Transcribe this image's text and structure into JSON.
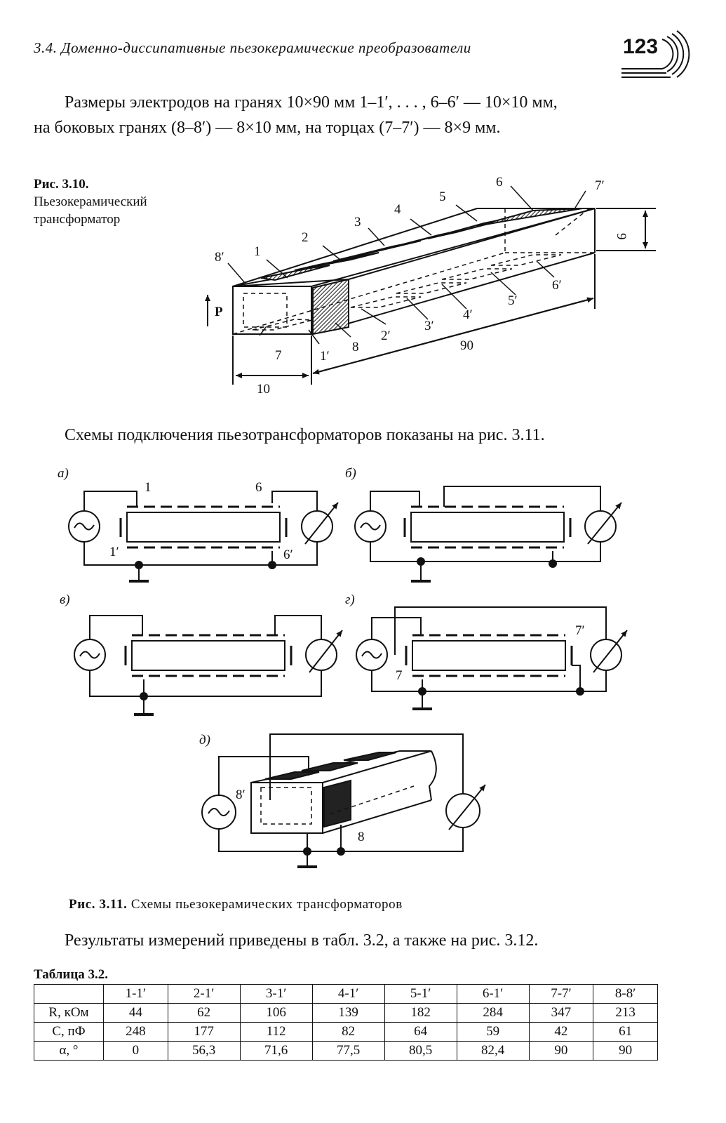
{
  "header": {
    "title": "3.4. Доменно-диссипативные пьезокерамические преобразователи",
    "page_number": "123"
  },
  "paragraphs": {
    "p1_line1": "Размеры электродов на гранях 10×90 мм 1–1′, . . . , 6–6′ — 10×10 мм,",
    "p1_line2": "на боковых гранях (8–8′) — 8×10 мм, на торцах (7–7′) — 8×9 мм.",
    "p2": "Схемы подключения пьезотрансформаторов показаны на рис. 3.11.",
    "p3": "Результаты измерений приведены в табл. 3.2, а также на рис. 3.12."
  },
  "figure_3_10": {
    "caption_label": "Рис. 3.10.",
    "caption_text": "Пьезокерамический трансформатор",
    "labels": {
      "top": [
        "1",
        "2",
        "3",
        "4",
        "5",
        "6"
      ],
      "bottom": [
        "1′",
        "2′",
        "3′",
        "4′",
        "5′",
        "6′"
      ],
      "end_top": "7′",
      "end_bottom": "7",
      "side_top": "8′",
      "side_bottom": "8",
      "polarization": "P",
      "dim_width": "10",
      "dim_length": "90",
      "dim_height": "9"
    }
  },
  "figure_3_11": {
    "caption_label": "Рис. 3.11.",
    "caption_text": "Схемы пьезокерамических трансформаторов",
    "panels": [
      "а)",
      "б)",
      "в)",
      "г)",
      "д)"
    ],
    "panel_a_labels": [
      "1",
      "6",
      "1′",
      "6′"
    ],
    "panel_g_labels": [
      "7′",
      "7"
    ],
    "panel_d_labels": [
      "8′",
      "8"
    ]
  },
  "table_3_2": {
    "caption": "Таблица 3.2.",
    "columns": [
      "1-1′",
      "2-1′",
      "3-1′",
      "4-1′",
      "5-1′",
      "6-1′",
      "7-7′",
      "8-8′"
    ],
    "rows": [
      {
        "label": "R, кОм",
        "values": [
          "44",
          "62",
          "106",
          "139",
          "182",
          "284",
          "347",
          "213"
        ]
      },
      {
        "label": "C, пФ",
        "values": [
          "248",
          "177",
          "112",
          "82",
          "64",
          "59",
          "42",
          "61"
        ]
      },
      {
        "label": "α, °",
        "values": [
          "0",
          "56,3",
          "71,6",
          "77,5",
          "80,5",
          "82,4",
          "90",
          "90"
        ]
      }
    ]
  }
}
